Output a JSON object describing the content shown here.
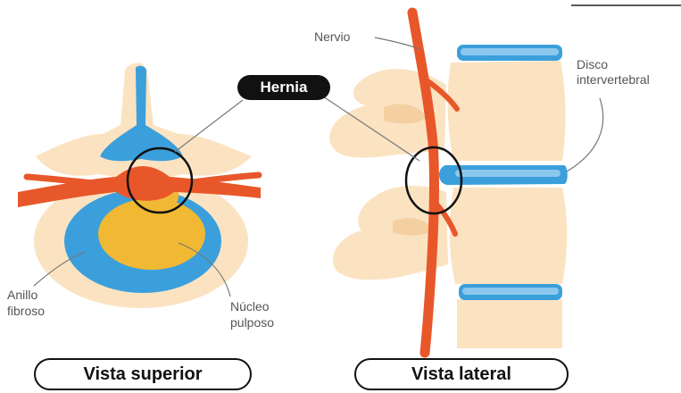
{
  "labels": {
    "hernia": "Hernia",
    "nervio": "Nervio",
    "disco_line1": "Disco",
    "disco_line2": "intervertebral",
    "anillo_line1": "Anillo",
    "anillo_line2": "fibroso",
    "nucleo_line1": "Núcleo",
    "nucleo_line2": "pulposo"
  },
  "captions": {
    "superior": "Vista superior",
    "lateral": "Vista lateral"
  },
  "colors": {
    "bone": "#fbe3c2",
    "bone_shade": "#f3cfa1",
    "disc_blue": "#3b9fdc",
    "disc_light": "#8cc8ee",
    "nucleus": "#f1b933",
    "nerve": "#e8572a",
    "outline": "#111111"
  }
}
